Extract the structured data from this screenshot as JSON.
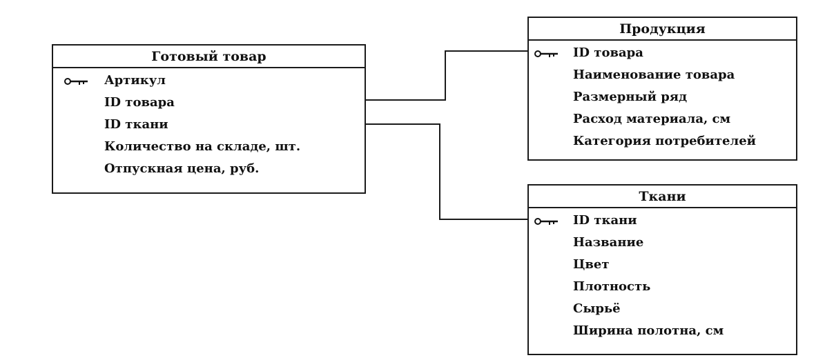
{
  "entities": {
    "gotoviy_tovar": {
      "title": "Готовый товар",
      "attributes": [
        {
          "label": "Артикул",
          "primary_key": true
        },
        {
          "label": "ID товара",
          "primary_key": false
        },
        {
          "label": "ID ткани",
          "primary_key": false
        },
        {
          "label": "Количество на складе, шт.",
          "primary_key": false
        },
        {
          "label": "Отпускная цена, руб.",
          "primary_key": false
        }
      ]
    },
    "produktsiya": {
      "title": "Продукция",
      "attributes": [
        {
          "label": "ID товара",
          "primary_key": true
        },
        {
          "label": "Наименование товара",
          "primary_key": false
        },
        {
          "label": "Размерный ряд",
          "primary_key": false
        },
        {
          "label": "Расход материала, см",
          "primary_key": false
        },
        {
          "label": "Категория потребителей",
          "primary_key": false
        }
      ]
    },
    "tkani": {
      "title": "Ткани",
      "attributes": [
        {
          "label": "ID ткани",
          "primary_key": true
        },
        {
          "label": "Название",
          "primary_key": false
        },
        {
          "label": "Цвет",
          "primary_key": false
        },
        {
          "label": "Плотность",
          "primary_key": false
        },
        {
          "label": "Сырьё",
          "primary_key": false
        },
        {
          "label": "Ширина полотна, см",
          "primary_key": false
        }
      ]
    }
  },
  "relationships": [
    {
      "from": "Готовый товар.ID товара",
      "to": "Продукция.ID товара"
    },
    {
      "from": "Готовый товар.ID ткани",
      "to": "Ткани.ID ткани"
    }
  ],
  "icons": {
    "primary_key": "key-icon"
  },
  "colors": {
    "line": "#1a1a1a",
    "text": "#111111",
    "background": "#ffffff"
  }
}
